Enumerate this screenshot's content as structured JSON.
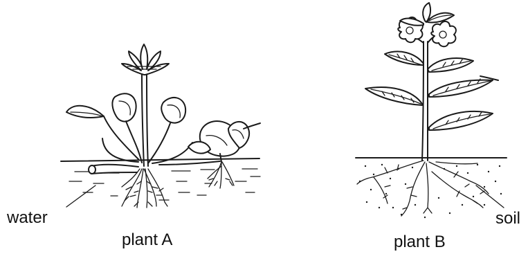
{
  "plant_a": {
    "caption": "plant A",
    "medium_label": "water"
  },
  "plant_b": {
    "caption": "plant B",
    "medium_label": "soil"
  }
}
